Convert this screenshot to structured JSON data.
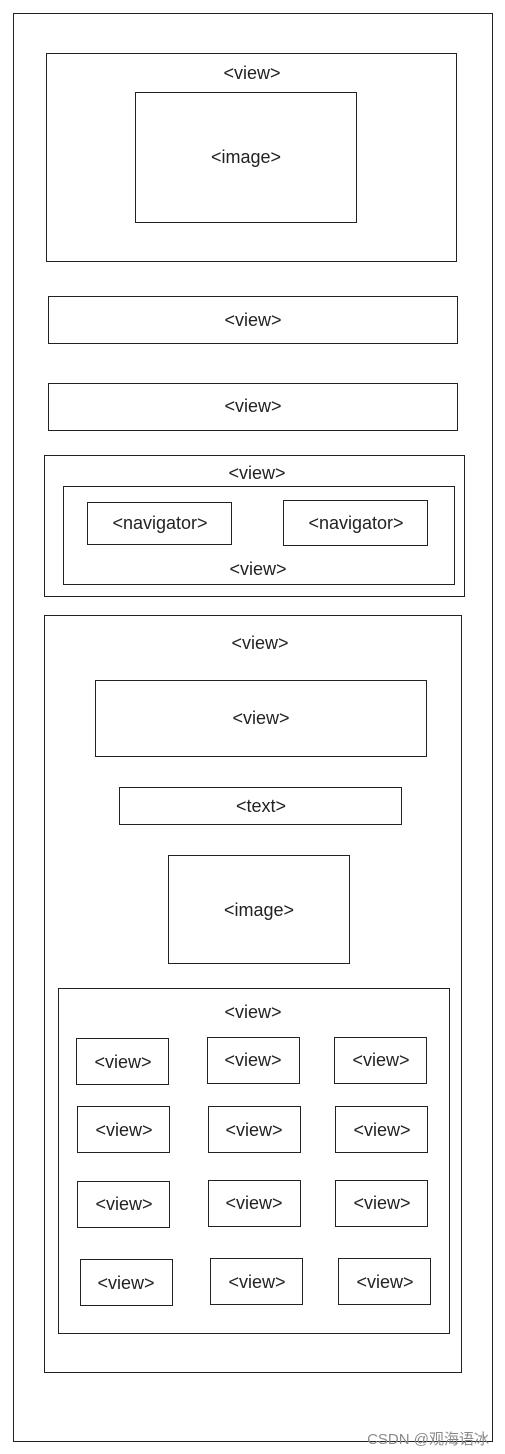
{
  "labels": {
    "view": "<view>",
    "image": "<image>",
    "navigator": "<navigator>",
    "text": "<text>"
  },
  "watermark": "CSDN @观海语冰"
}
